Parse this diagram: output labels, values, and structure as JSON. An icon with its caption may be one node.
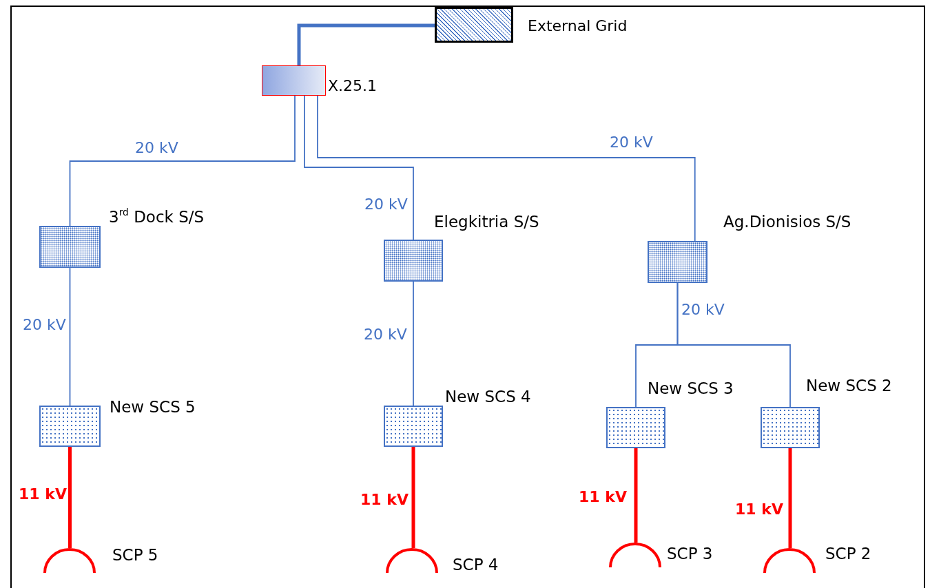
{
  "diagram": {
    "nodes": [
      {
        "text": [
          "External Grid"
        ]
      },
      {
        "text": [
          "X.25.1"
        ]
      },
      {
        "text": [
          "3$^{rd}$ Dock S/S"
        ]
      },
      {
        "text": [
          "Elegkitria S/S"
        ]
      },
      {
        "text": [
          "Ag.Dionisios S/S"
        ]
      },
      {
        "text": [
          "New SCS 5"
        ]
      },
      {
        "text": [
          "New SCS 4"
        ]
      },
      {
        "text": [
          "New SCS 3"
        ]
      },
      {
        "text": [
          "New SCS 2"
        ]
      },
      {
        "text": [
          "SCP 5"
        ]
      },
      {
        "text": [
          "SCP 4"
        ]
      },
      {
        "text": [
          "SCP 3"
        ]
      },
      {
        "text": [
          "SCP 2"
        ]
      }
    ],
    "edges": [
      {
        "from": 0,
        "to": 1,
        "arrow": "none",
        "style": "thick"
      },
      {
        "from": 1,
        "to": 2,
        "arrow": "none",
        "label": "20 kV"
      },
      {
        "from": 1,
        "to": 3,
        "arrow": "none",
        "label": "20 kV"
      },
      {
        "from": 1,
        "to": 4,
        "arrow": "none",
        "label": "20 kV"
      },
      {
        "from": 2,
        "to": 5,
        "arrow": "none",
        "label": "20 kV"
      },
      {
        "from": 3,
        "to": 6,
        "arrow": "none",
        "label": "20 kV"
      },
      {
        "from": 4,
        "to": 7,
        "arrow": "none",
        "label": "20 kV"
      },
      {
        "from": 4,
        "to": 8,
        "arrow": "none"
      },
      {
        "from": 5,
        "to": 9,
        "arrow": "none",
        "label": "11 kV",
        "style": "thick",
        "color": "#ff0000"
      },
      {
        "from": 6,
        "to": 10,
        "arrow": "none",
        "label": "11 kV",
        "style": "thick",
        "color": "#ff0000"
      },
      {
        "from": 7,
        "to": 11,
        "arrow": "none",
        "label": "11 kV",
        "style": "thick",
        "color": "#ff0000"
      },
      {
        "from": 8,
        "to": 12,
        "arrow": "none",
        "label": "11 kV",
        "style": "thick",
        "color": "#ff0000"
      }
    ]
  }
}
